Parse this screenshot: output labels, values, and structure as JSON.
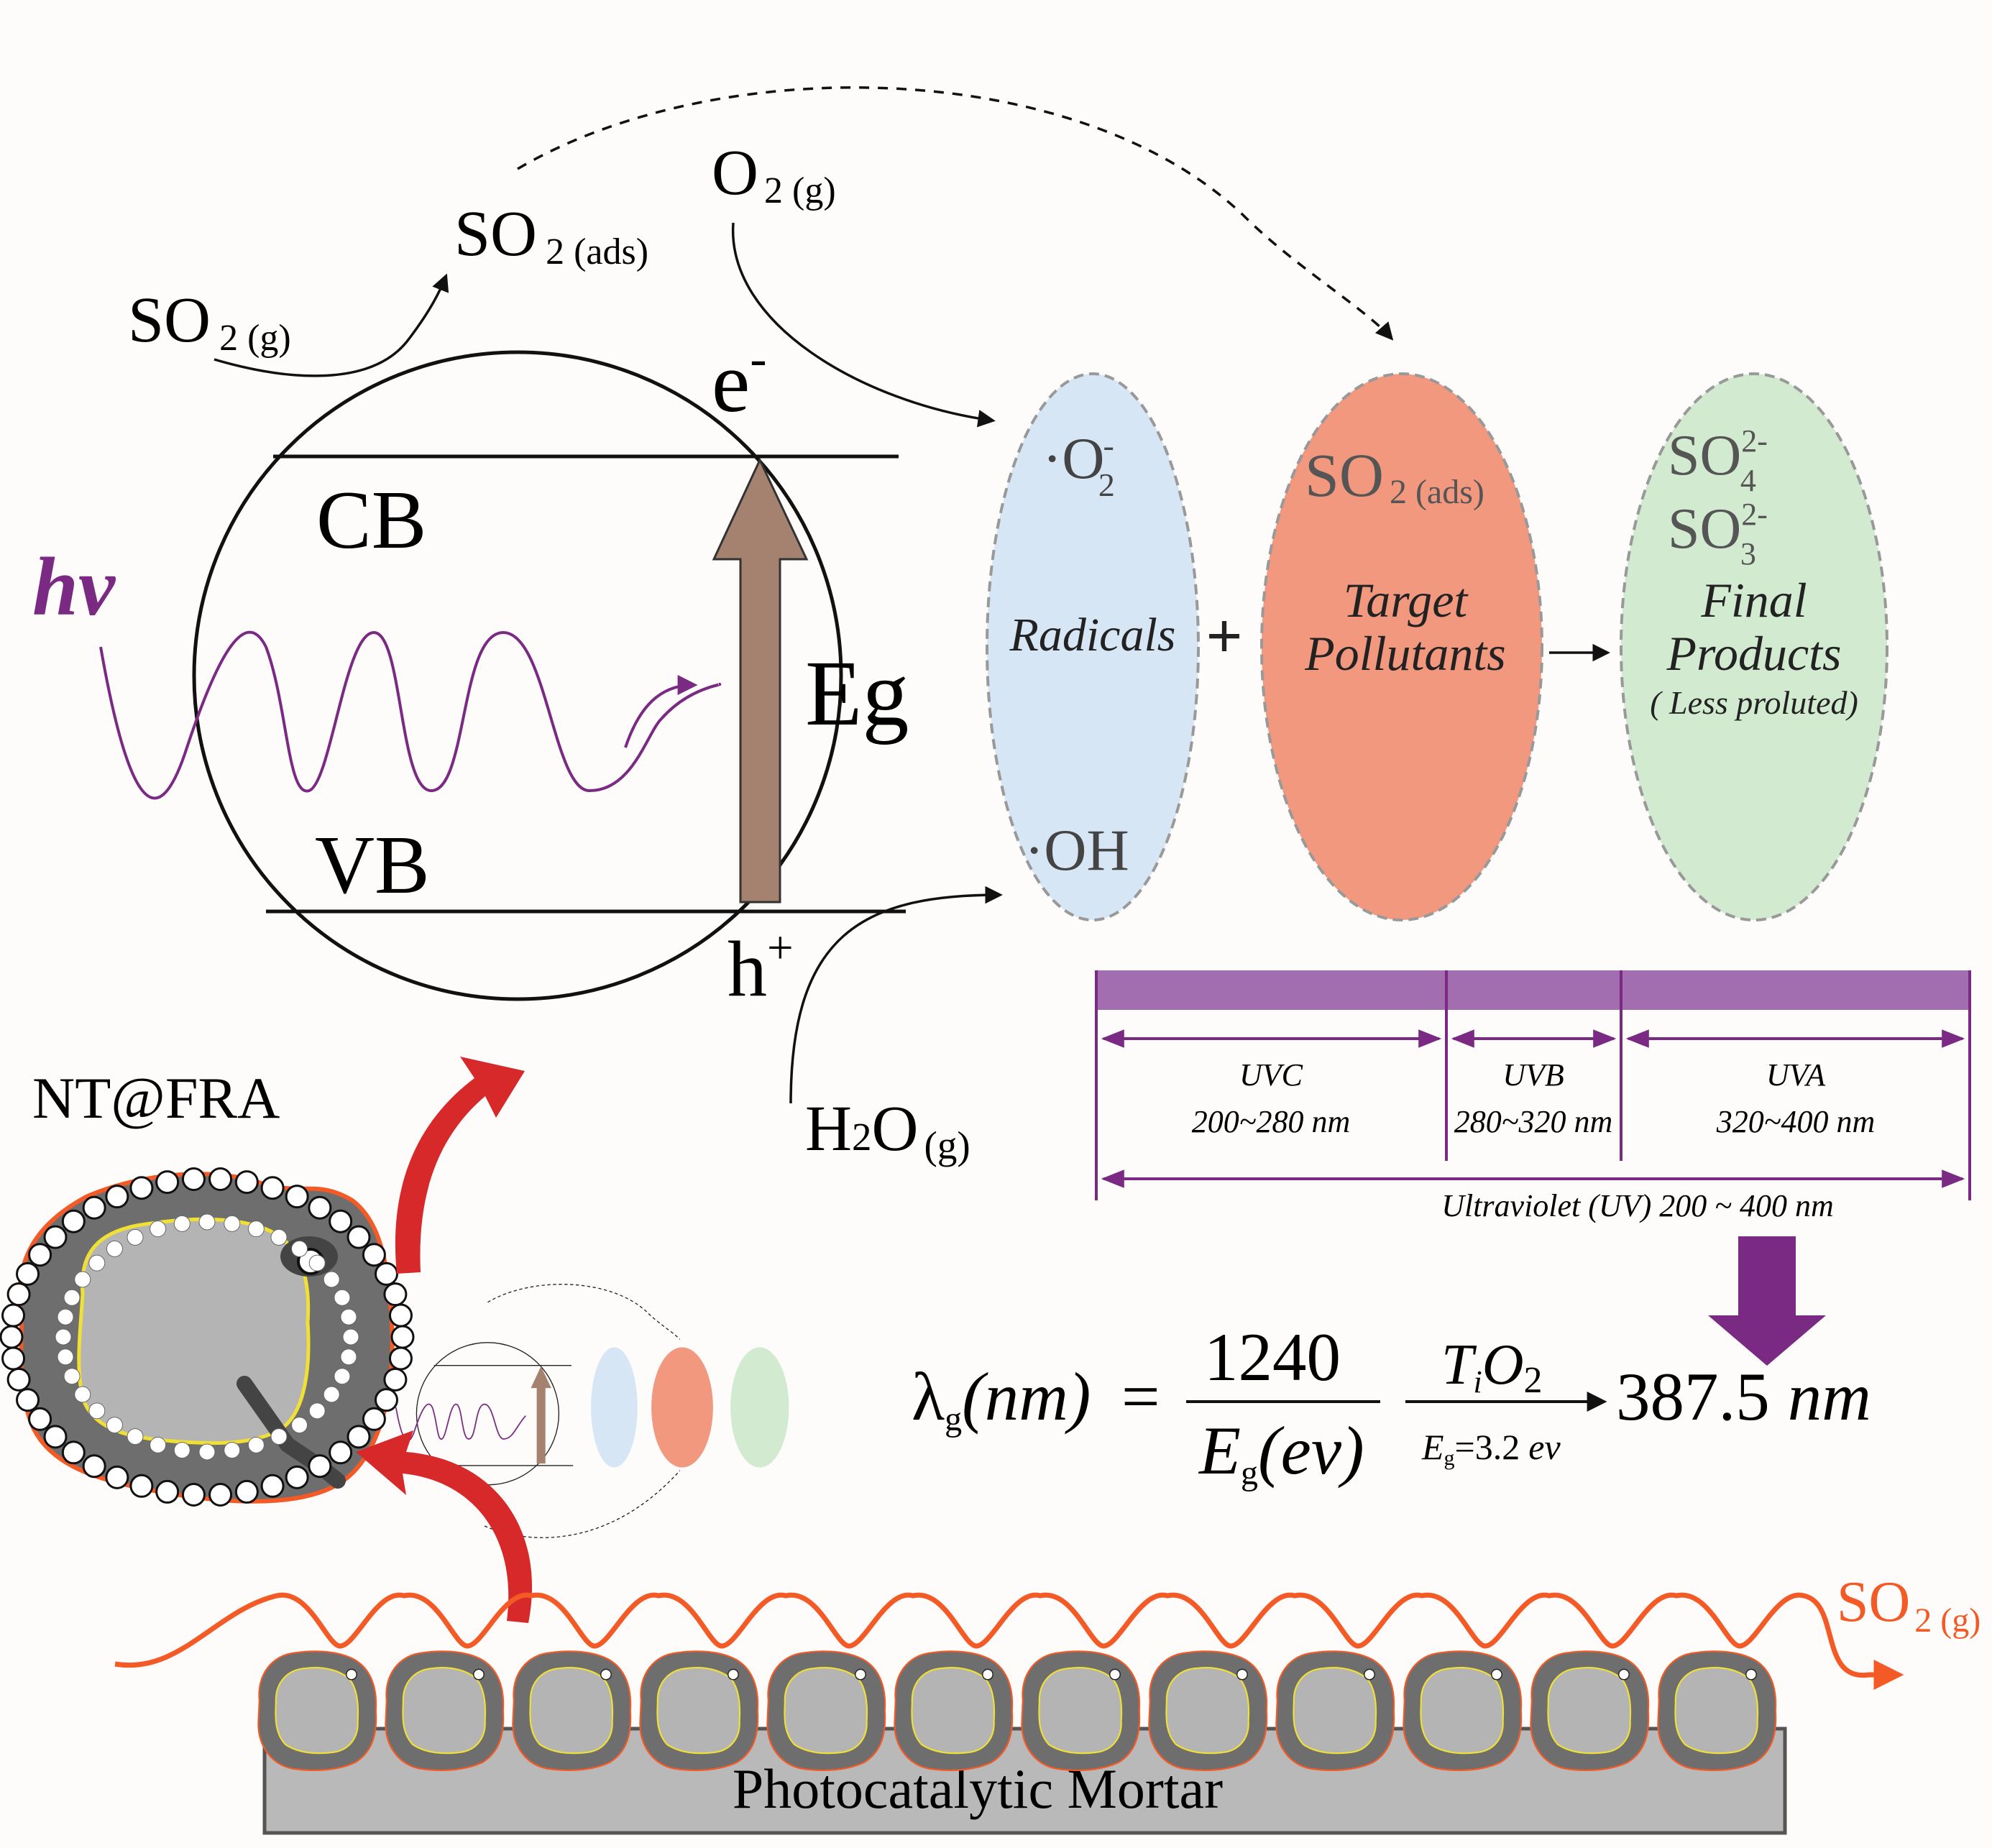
{
  "circle": {
    "so2_g": {
      "main": "SO",
      "sub": "2 (g)"
    },
    "so2_ads": {
      "main": "SO",
      "sub": "2 (ads)"
    },
    "o2_g": {
      "main": "O",
      "sub": "2 (g)"
    },
    "electron": {
      "main": "e",
      "sup": "-"
    },
    "cb": "CB",
    "vb": "VB",
    "eg": "Eg",
    "hole": {
      "main": "h",
      "sup": "+"
    },
    "h2o": {
      "h": "H",
      "two": "2",
      "o": "O",
      "sub": "(g)"
    },
    "hv": "hν"
  },
  "ellipses": {
    "radicals": {
      "o2": "·O",
      "o2_sub": "2",
      "o2_sup": "-",
      "label": "Radicals",
      "oh": "·OH",
      "fill": "#d6e6f4"
    },
    "plus": "+",
    "target": {
      "so2": "SO",
      "so2_sub": "2 (ads)",
      "line1": "Target",
      "line2": "Pollutants",
      "fill": "#f2987f"
    },
    "final": {
      "so4": "SO",
      "so4_sub": "4",
      "so4_sup": "2-",
      "so3": "SO",
      "so3_sub": "3",
      "so3_sup": "2-",
      "line1": "Final",
      "line2": "Products",
      "line3": "( Less proluted)",
      "fill": "#d2ebd0"
    }
  },
  "uv_scale": {
    "uvc": {
      "name": "UVC",
      "range": "200~280 nm"
    },
    "uvb": {
      "name": "UVB",
      "range": "280~320 nm"
    },
    "uva": {
      "name": "UVA",
      "range": "320~400 nm"
    },
    "total": "Ultraviolet (UV) 200 ~ 400 nm",
    "color": "#a36eb0"
  },
  "equation": {
    "lambda": "λ",
    "lambda_sub": "g",
    "lambda_unit": "(nm)",
    "equals": "=",
    "numerator": "1240",
    "denom_e": "E",
    "denom_sub": "g",
    "denom_unit": "(ev)",
    "catalyst_t": "T",
    "catalyst_i": "i",
    "catalyst_o": "O",
    "catalyst_2": "2",
    "condition_e": "E",
    "condition_sub": "g",
    "condition_val": "=3.2",
    "condition_unit": "ev",
    "result": "387.5",
    "result_unit": "nm"
  },
  "nt_label": "NT@FRA",
  "so2_out": {
    "main": "SO",
    "sub": "2 (g)"
  },
  "mortar_label": "Photocatalytic Mortar",
  "colors": {
    "purple": "#7a2a82",
    "arrow_brown": "#a5826f",
    "red_arrow": "#d7282a",
    "orange_wave": "#f35a26",
    "mortar": "#b9b9b9",
    "particle_dark": "#6e6e6e",
    "particle_core": "#b4b4b4",
    "particle_line": "#f0e036"
  }
}
